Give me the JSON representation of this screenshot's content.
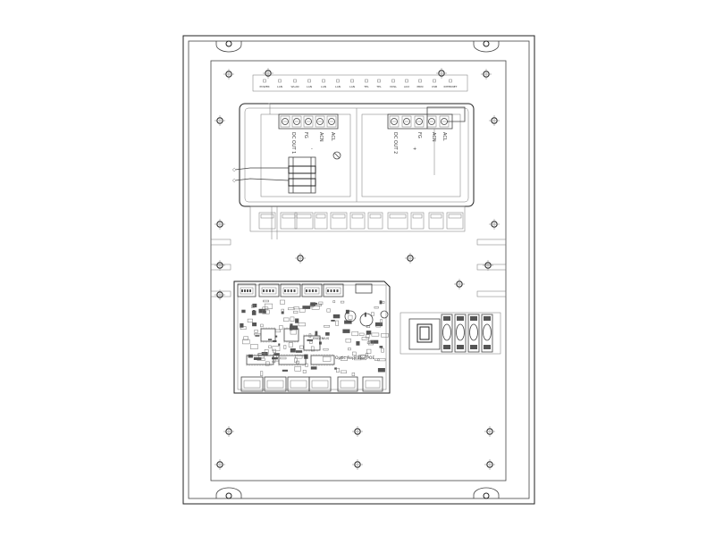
{
  "psu": {
    "top_labels": [
      "POWER",
      "LAN",
      "WLAN",
      "LAN",
      "LAN",
      "LAN",
      "LAN",
      "TEL",
      "TEL",
      "VDSL",
      "AUX",
      "PRIN",
      "USB",
      "INTERNET"
    ],
    "dc_out_1": "DC OUT 1",
    "dc_out_2": "DC OUT 2",
    "acl": "ACL",
    "acn": "ACN",
    "fg": "FG",
    "neg": "-",
    "pos": "+"
  },
  "board": {
    "label": "Optic Repeater POE",
    "brand": "ENGENIUS"
  }
}
